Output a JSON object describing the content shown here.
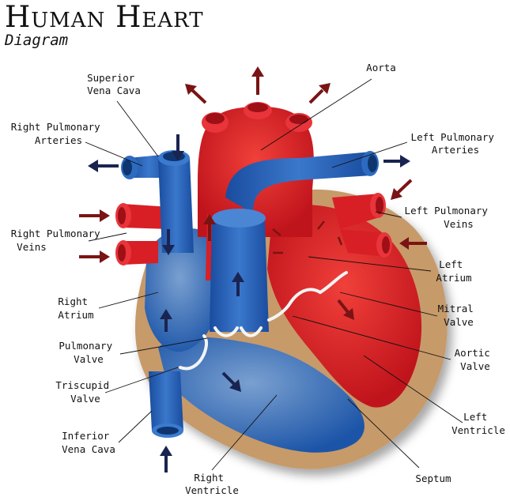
{
  "title": "Human Heart",
  "subtitle": "Diagram",
  "labels": [
    {
      "id": "superior-vena-cava",
      "lines": [
        "Superior",
        "Vena Cava"
      ]
    },
    {
      "id": "right-pulmonary-arteries",
      "lines": [
        "Right Pulmonary",
        "Arteries"
      ]
    },
    {
      "id": "right-pulmonary-veins",
      "lines": [
        "Right Pulmonary",
        "Veins"
      ]
    },
    {
      "id": "right-atrium",
      "lines": [
        "Right",
        "Atrium"
      ]
    },
    {
      "id": "pulmonary-valve",
      "lines": [
        "Pulmonary",
        "Valve"
      ]
    },
    {
      "id": "triscupid-valve",
      "lines": [
        "Triscupid",
        "Valve"
      ]
    },
    {
      "id": "inferior-vena-cava",
      "lines": [
        "Inferior",
        "Vena Cava"
      ]
    },
    {
      "id": "right-ventricle",
      "lines": [
        "Right",
        "Ventricle"
      ]
    },
    {
      "id": "aorta",
      "lines": [
        "Aorta"
      ]
    },
    {
      "id": "left-pulmonary-arteries",
      "lines": [
        "Left Pulmonary",
        "Arteries"
      ]
    },
    {
      "id": "left-pulmonary-veins",
      "lines": [
        "Left Pulmonary",
        "Veins"
      ]
    },
    {
      "id": "left-atrium",
      "lines": [
        "Left",
        "Atrium"
      ]
    },
    {
      "id": "mitral-valve",
      "lines": [
        "Mitral",
        "Valve"
      ]
    },
    {
      "id": "aortic-valve",
      "lines": [
        "Aortic",
        "Valve"
      ]
    },
    {
      "id": "left-ventricle",
      "lines": [
        "Left",
        "Ventricle"
      ]
    },
    {
      "id": "septum",
      "lines": [
        "Septum"
      ]
    }
  ],
  "colors": {
    "oxygenated": "#e0242a",
    "deoxygenated": "#1f5cb0",
    "muscle": "#c79a6a",
    "arrow-dark-red": "#7a1414",
    "arrow-navy": "#1a2450"
  }
}
